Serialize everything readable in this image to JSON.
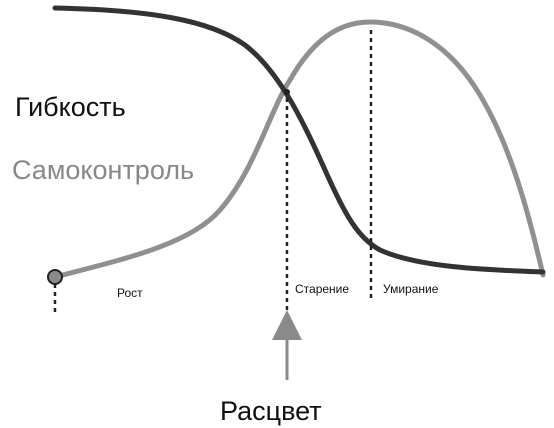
{
  "labels": {
    "flexibility": "Гибкость",
    "self_control": "Самоконтроль",
    "growth": "Рост",
    "aging": "Старение",
    "dying": "Умирание",
    "prime": "Расцвет"
  },
  "colors": {
    "flexibility_curve": "#333333",
    "self_control_curve": "#909090",
    "self_control_text": "#888888",
    "text": "#111111",
    "marker_fill": "#8a8a8a"
  }
}
